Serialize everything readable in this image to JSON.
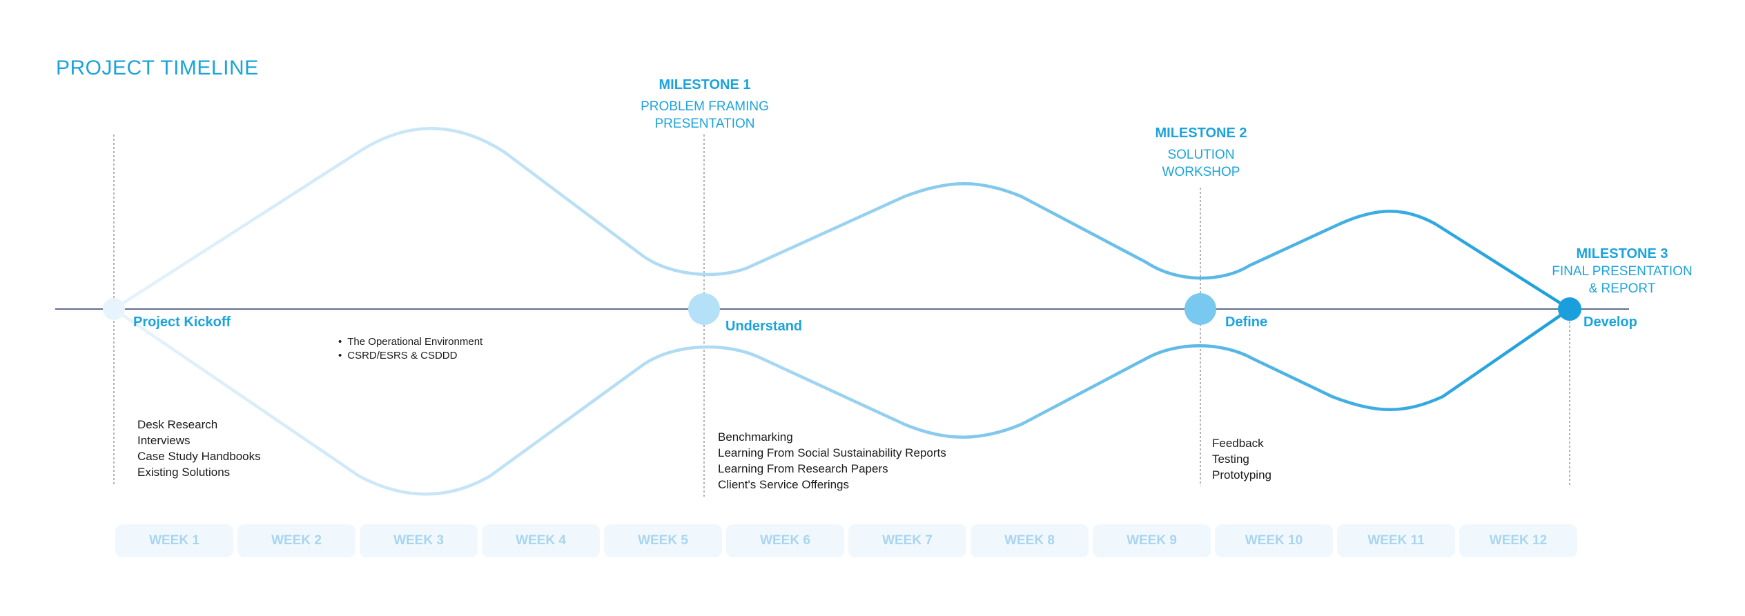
{
  "title": "PROJECT TIMELINE",
  "colors": {
    "accent": "#1ba3dc",
    "axis": "#2e3f66",
    "week_text": "#a8d5ef",
    "week_bg": "#f1f8fd"
  },
  "milestones": [
    {
      "heading": "MILESTONE 1",
      "lines": [
        "PROBLEM FRAMING",
        "PRESENTATION"
      ]
    },
    {
      "heading": "MILESTONE 2",
      "lines": [
        "SOLUTION",
        "WORKSHOP"
      ]
    },
    {
      "heading": "MILESTONE 3",
      "lines": [
        "FINAL PRESENTATION",
        "& REPORT"
      ]
    }
  ],
  "phases": [
    "Project Kickoff",
    "Understand",
    "Define",
    "Develop"
  ],
  "activities": {
    "kickoff": [
      "Desk Research",
      "Interviews",
      "Case Study Handbooks",
      "Existing Solutions"
    ],
    "kickoff_topics": [
      "The Operational Environment",
      "CSRD/ESRS & CSDDD"
    ],
    "understand": [
      "Benchmarking",
      "Learning From Social Sustainability Reports",
      "Learning From Research Papers",
      "Client's Service Offerings"
    ],
    "define": [
      "Feedback",
      "Testing",
      "Prototyping"
    ]
  },
  "weeks": [
    "WEEK 1",
    "WEEK 2",
    "WEEK 3",
    "WEEK 4",
    "WEEK 5",
    "WEEK 6",
    "WEEK 7",
    "WEEK 8",
    "WEEK 9",
    "WEEK 10",
    "WEEK 11",
    "WEEK 12"
  ]
}
